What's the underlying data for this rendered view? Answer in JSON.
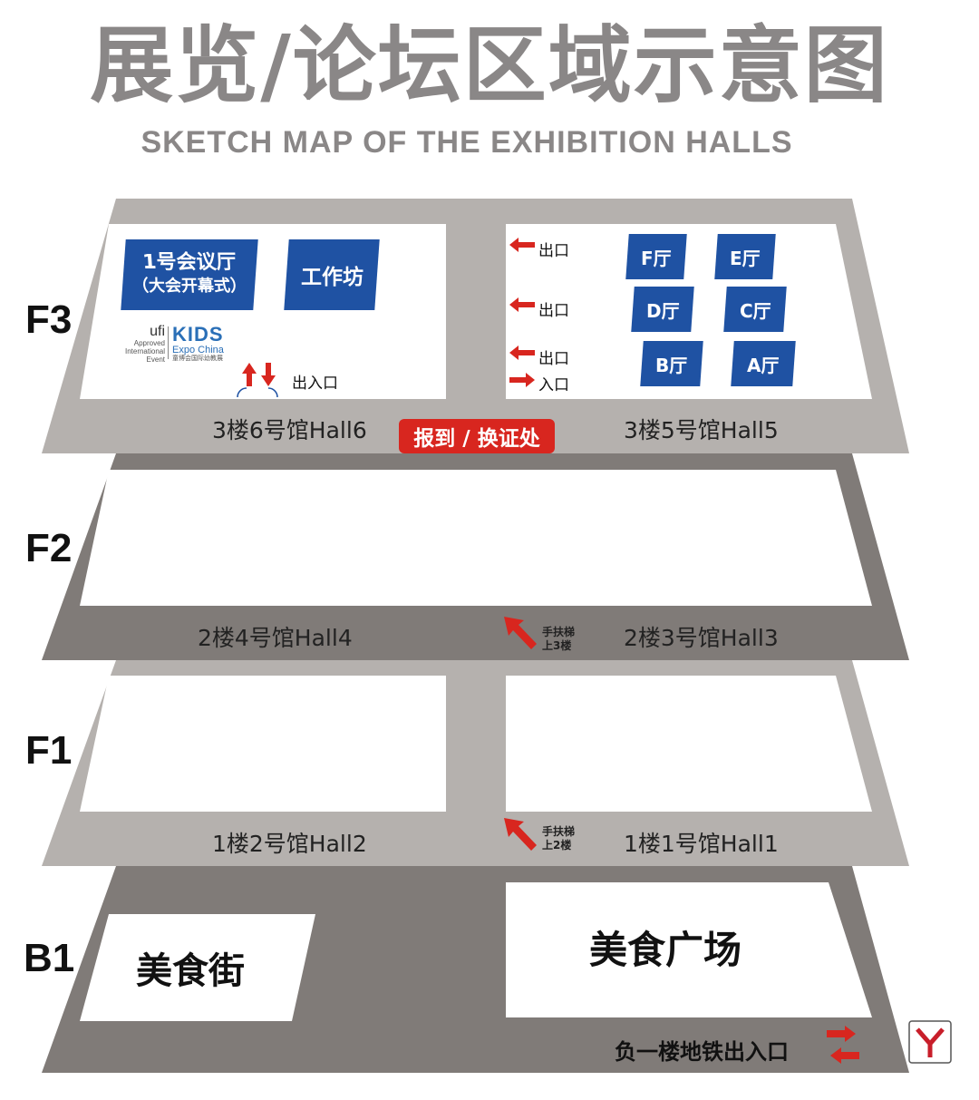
{
  "header": {
    "title": "展览/论坛区域示意图",
    "subtitle": "SKETCH MAP OF THE EXHIBITION HALLS"
  },
  "floors": {
    "f3": "F3",
    "f2": "F2",
    "f1": "F1",
    "b1": "B1"
  },
  "f3": {
    "hall6_label": "3楼6号馆Hall6",
    "hall5_label": "3楼5号馆Hall5",
    "meeting_room_1_line1": "1号会议厅",
    "meeting_room_1_line2": "（大会开幕式）",
    "workshop": "工作坊",
    "hall6_entrance": "出入口",
    "registration": "报到 / 换证处",
    "exits": [
      "出口",
      "出口",
      "出口"
    ],
    "entrance": "入口",
    "rooms": [
      "F厅",
      "E厅",
      "D厅",
      "C厅",
      "B厅",
      "A厅"
    ],
    "logos": {
      "ufi_main": "ufi",
      "ufi_sub1": "Approved",
      "ufi_sub2": "International",
      "ufi_sub3": "Event",
      "kids_main": "KIDS",
      "kids_sub": "Expo China",
      "kids_cn": "童博会国际幼教展"
    }
  },
  "f2": {
    "hall4_label": "2楼4号馆Hall4",
    "hall3_label": "2楼3号馆Hall3",
    "escalator_line1": "手扶梯",
    "escalator_line2": "上3楼"
  },
  "f1": {
    "hall2_label": "1楼2号馆Hall2",
    "hall1_label": "1楼1号馆Hall1",
    "escalator_line1": "手扶梯",
    "escalator_line2": "上2楼"
  },
  "b1": {
    "food_street": "美食街",
    "food_plaza": "美食广场",
    "metro_exit": "负一楼地铁出入口"
  },
  "colors": {
    "slab_light": "#b5b1ae",
    "slab_dark": "#807b78",
    "room_blue": "#1f52a3",
    "accent_red": "#d8261f",
    "title_gray": "#8a8787"
  }
}
